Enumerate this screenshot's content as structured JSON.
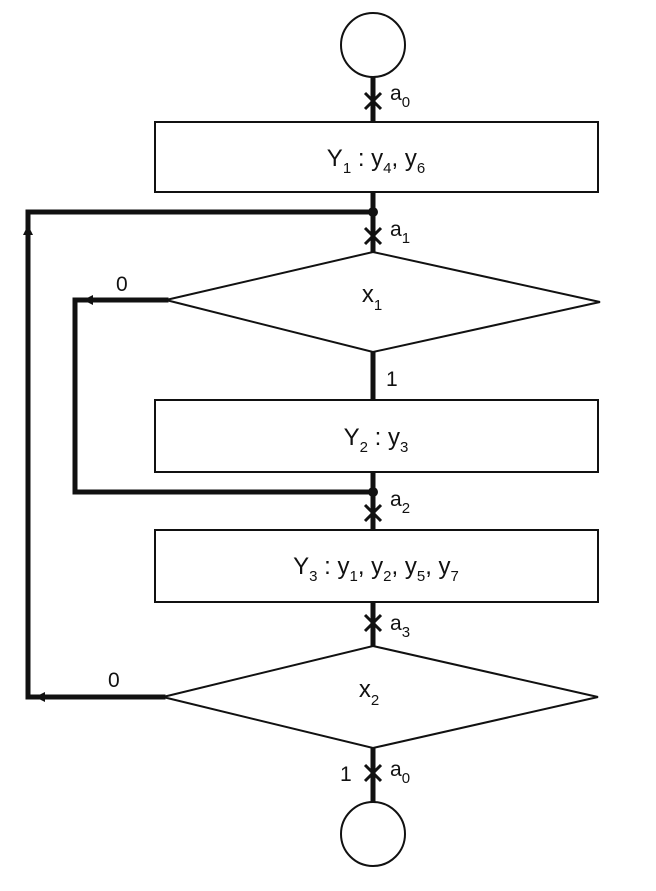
{
  "start_terminal": "",
  "end_terminal": "",
  "blocks": {
    "op1": {
      "name": "Y",
      "name_sub": "1",
      "sep": " : ",
      "signals": [
        {
          "v": "y",
          "s": "4"
        },
        {
          "v": "y",
          "s": "6"
        }
      ]
    },
    "op2": {
      "name": "Y",
      "name_sub": "2",
      "sep": " : ",
      "signals": [
        {
          "v": "y",
          "s": "3"
        }
      ]
    },
    "op3": {
      "name": "Y",
      "name_sub": "3",
      "sep": " : ",
      "signals": [
        {
          "v": "y",
          "s": "1"
        },
        {
          "v": "y",
          "s": "2"
        },
        {
          "v": "y",
          "s": "5"
        },
        {
          "v": "y",
          "s": "7"
        }
      ]
    }
  },
  "conditions": {
    "cond1": {
      "var": "x",
      "sub": "1"
    },
    "cond2": {
      "var": "x",
      "sub": "2"
    }
  },
  "branch_labels": {
    "cond1_true": "1",
    "cond1_false": "0",
    "cond2_true": "1",
    "cond2_false": "0"
  },
  "state_marks": {
    "top": {
      "var": "a",
      "sub": "0"
    },
    "mid1": {
      "var": "a",
      "sub": "1"
    },
    "mid2": {
      "var": "a",
      "sub": "2"
    },
    "mid3": {
      "var": "a",
      "sub": "3"
    },
    "bottom": {
      "var": "a",
      "sub": "0"
    }
  },
  "separator": ", "
}
